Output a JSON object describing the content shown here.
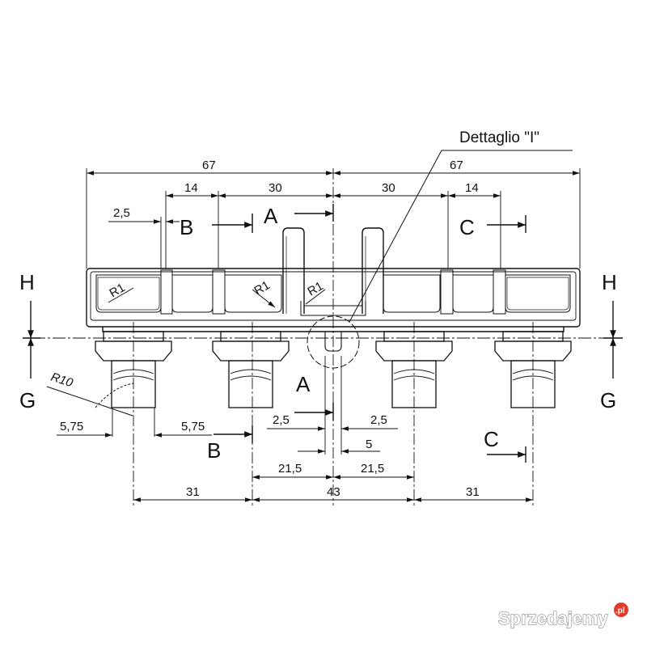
{
  "callout": {
    "label": "Dettaglio \"I\""
  },
  "dimensions": {
    "total_left": "67",
    "total_right": "67",
    "top_14_left": "14",
    "top_30_left": "30",
    "top_30_right": "30",
    "top_14_right": "14",
    "gap_left": "2,5",
    "r1_a": "R1",
    "r1_b": "R1",
    "r1_c": "R1",
    "r10": "R10",
    "offset_575_left": "5,75",
    "offset_575_right": "5,75",
    "slot_25_left": "2,5",
    "slot_25_right": "2,5",
    "slot_5": "5",
    "half_215_left": "21,5",
    "half_215_right": "21,5",
    "pitch_31_left": "31",
    "pitch_43": "43",
    "pitch_31_right": "31"
  },
  "section_labels": {
    "a_top": "A",
    "a_bottom": "A",
    "b_top": "B",
    "b_bottom": "B",
    "c_top": "C",
    "c_bottom": "C",
    "h_left": "H",
    "h_right": "H",
    "g_left": "G",
    "g_right": "G"
  },
  "watermark": {
    "text": "Sprzedajemy",
    "suffix": ".pl"
  }
}
